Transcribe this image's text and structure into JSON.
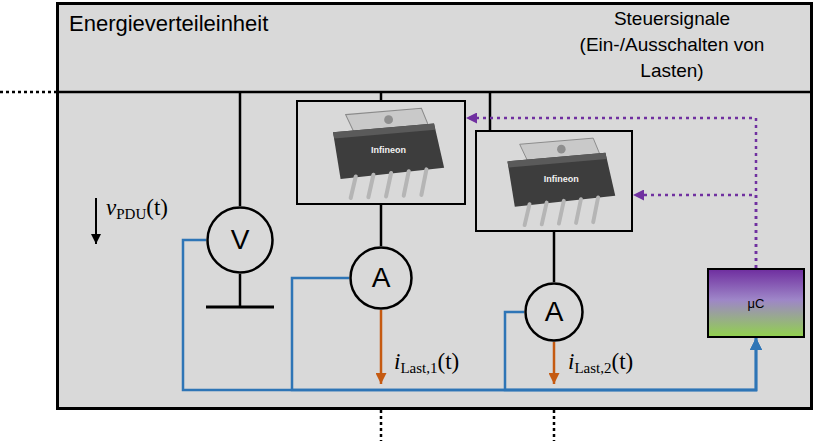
{
  "diagram": {
    "nodes": [
      {
        "text": [
          "Energieverteileinheit"
        ]
      },
      {
        "text": [
          "V"
        ],
        "in": 0
      },
      {
        "text": [
          "Infineon"
        ],
        "in": 0
      },
      {
        "text": [
          "A"
        ],
        "in": 0
      },
      {
        "text": [
          "Infineon"
        ],
        "in": 0
      },
      {
        "text": [
          "A"
        ],
        "in": 0
      },
      {
        "text": [
          "μC"
        ],
        "in": 0
      }
    ],
    "edges": [
      {
        "from": 6,
        "to": 2,
        "arrow": "to"
      },
      {
        "from": 6,
        "to": 4,
        "arrow": "to"
      },
      {
        "from": 1,
        "to": 6,
        "arrow": "to"
      },
      {
        "from": 3,
        "to": 6,
        "arrow": "to"
      },
      {
        "from": 5,
        "to": 6,
        "arrow": "to"
      },
      {
        "from": 2,
        "to": 3,
        "arrow": "none"
      },
      {
        "from": 4,
        "to": 5,
        "arrow": "none"
      }
    ],
    "labels": [
      "Steuersignale (Ein-/Ausschalten von Lasten)",
      "v",
      "PDU",
      "(t)",
      "i",
      "Last,1",
      "(t)",
      "i",
      "Last,2",
      "(t)"
    ]
  }
}
